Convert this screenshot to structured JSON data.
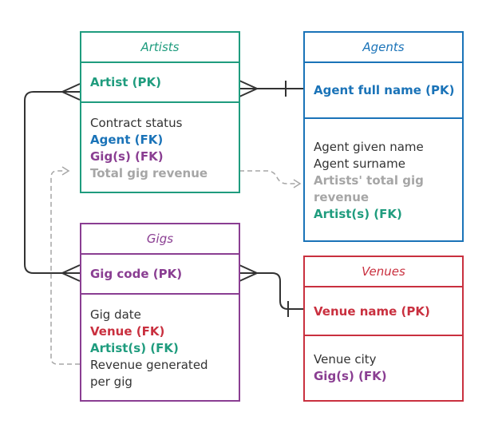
{
  "colors": {
    "artists": "#1f9c7e",
    "agents": "#1a73b8",
    "gigs": "#8a3e92",
    "venues": "#c9303f",
    "derived": "#a6a6a6",
    "text": "#333333",
    "line": "#333333"
  },
  "entities": {
    "artists": {
      "title": "Artists",
      "pk": "Artist (PK)",
      "attrs": [
        "Contract status",
        "Agent (FK)",
        "Gig(s) (FK)",
        "Total gig revenue"
      ]
    },
    "agents": {
      "title": "Agents",
      "pk": "Agent full name (PK)",
      "attrs": [
        "Agent given name",
        "Agent surname",
        "Artists' total gig",
        "revenue",
        "Artist(s) (FK)"
      ]
    },
    "gigs": {
      "title": "Gigs",
      "pk": "Gig code (PK)",
      "attrs": [
        "Gig date",
        "Venue (FK)",
        "Artist(s) (FK)",
        "Revenue generated",
        "per gig"
      ]
    },
    "venues": {
      "title": "Venues",
      "pk": "Venue name (PK)",
      "attrs": [
        "Venue city",
        "Gig(s) (FK)"
      ]
    }
  },
  "relationships": [
    {
      "from": "Artists",
      "to": "Agents",
      "from_end": "many",
      "to_end": "one"
    },
    {
      "from": "Artists",
      "to": "Gigs",
      "from_end": "many",
      "to_end": "many"
    },
    {
      "from": "Gigs",
      "to": "Venues",
      "from_end": "many",
      "to_end": "one"
    },
    {
      "from": "Gigs",
      "to": "Artists",
      "type": "derived"
    },
    {
      "from": "Artists",
      "to": "Agents",
      "type": "derived"
    }
  ]
}
